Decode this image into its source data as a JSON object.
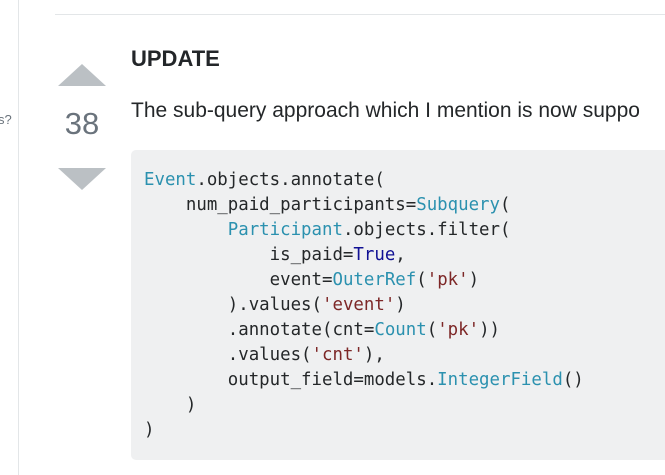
{
  "left_edge": {
    "fragment": "s?"
  },
  "vote": {
    "count": "38",
    "up_icon": "triangle-up-icon",
    "down_icon": "triangle-down-icon"
  },
  "answer": {
    "heading": "UPDATE",
    "text": "The sub-query approach which I mention is now suppo"
  },
  "code": {
    "language": "python",
    "lines": [
      [
        {
          "t": "cls",
          "v": "Event"
        },
        {
          "t": "txt",
          "v": ".objects.annotate("
        }
      ],
      [
        {
          "t": "txt",
          "v": "    num_paid_participants="
        },
        {
          "t": "cls",
          "v": "Subquery"
        },
        {
          "t": "txt",
          "v": "("
        }
      ],
      [
        {
          "t": "txt",
          "v": "        "
        },
        {
          "t": "cls",
          "v": "Participant"
        },
        {
          "t": "txt",
          "v": ".objects.filter("
        }
      ],
      [
        {
          "t": "txt",
          "v": "            is_paid="
        },
        {
          "t": "kw",
          "v": "True"
        },
        {
          "t": "txt",
          "v": ","
        }
      ],
      [
        {
          "t": "txt",
          "v": "            event="
        },
        {
          "t": "cls",
          "v": "OuterRef"
        },
        {
          "t": "txt",
          "v": "("
        },
        {
          "t": "str",
          "v": "'pk'"
        },
        {
          "t": "txt",
          "v": ")"
        }
      ],
      [
        {
          "t": "txt",
          "v": "        ).values("
        },
        {
          "t": "str",
          "v": "'event'"
        },
        {
          "t": "txt",
          "v": ")"
        }
      ],
      [
        {
          "t": "txt",
          "v": "        .annotate(cnt="
        },
        {
          "t": "cls",
          "v": "Count"
        },
        {
          "t": "txt",
          "v": "("
        },
        {
          "t": "str",
          "v": "'pk'"
        },
        {
          "t": "txt",
          "v": "))"
        }
      ],
      [
        {
          "t": "txt",
          "v": "        .values("
        },
        {
          "t": "str",
          "v": "'cnt'"
        },
        {
          "t": "txt",
          "v": "),"
        }
      ],
      [
        {
          "t": "txt",
          "v": "        output_field=models."
        },
        {
          "t": "cls",
          "v": "IntegerField"
        },
        {
          "t": "txt",
          "v": "()"
        }
      ],
      [
        {
          "t": "txt",
          "v": "    )"
        }
      ],
      [
        {
          "t": "txt",
          "v": ")"
        }
      ]
    ]
  },
  "colors": {
    "class_name": "#2b91af",
    "string": "#7d2727",
    "keyword": "#101094",
    "code_bg": "#eff0f1",
    "vote_arrow": "#bbc0c4"
  }
}
